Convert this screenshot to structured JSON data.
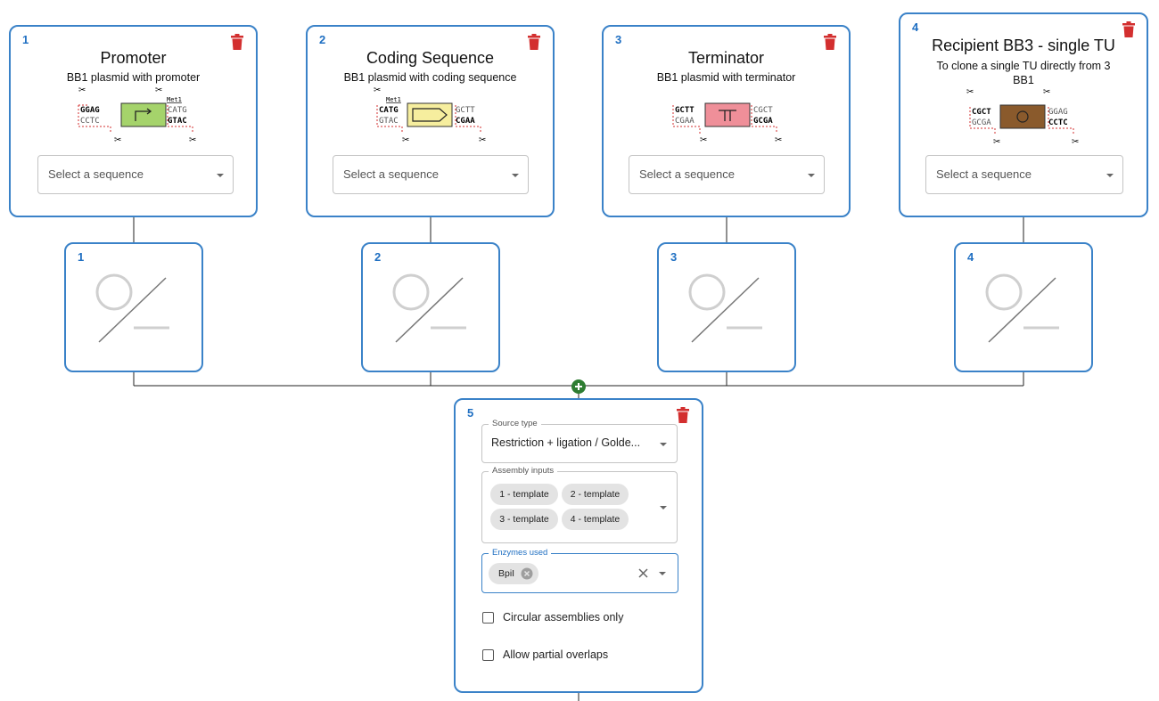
{
  "cards": [
    {
      "number": "1",
      "title": "Promoter",
      "subtitle": "BB1 plasmid with promoter",
      "select_placeholder": "Select a sequence",
      "overhang_top": "GGAG",
      "overhang_bottom": "CCTC",
      "right_top": "CATG",
      "right_bottom": "GTAC",
      "right_label": "Met1",
      "part_color": "#a5d36b"
    },
    {
      "number": "2",
      "title": "Coding Sequence",
      "subtitle": "BB1 plasmid with coding sequence",
      "select_placeholder": "Select a sequence",
      "overhang_top": "CATG",
      "overhang_bottom": "GTAC",
      "right_top": "GCTT",
      "right_bottom": "CGAA",
      "left_label": "Met1",
      "part_color": "#f6ee9e"
    },
    {
      "number": "3",
      "title": "Terminator",
      "subtitle": "BB1 plasmid with terminator",
      "select_placeholder": "Select a sequence",
      "overhang_top": "GCTT",
      "overhang_bottom": "CGAA",
      "right_top": "CGCT",
      "right_bottom": "GCGA",
      "part_color": "#ef8f99"
    },
    {
      "number": "4",
      "title": "Recipient BB3 - single TU",
      "subtitle": "To clone a single TU directly from 3 BB1",
      "select_placeholder": "Select a sequence",
      "overhang_top": "CGCT",
      "overhang_bottom": "GCGA",
      "right_top": "GGAG",
      "right_bottom": "CCTC",
      "part_color": "#8a5a2c"
    }
  ],
  "templates": [
    {
      "number": "1"
    },
    {
      "number": "2"
    },
    {
      "number": "3"
    },
    {
      "number": "4"
    }
  ],
  "assembly": {
    "number": "5",
    "source_type_label": "Source type",
    "source_type_value": "Restriction + ligation / Golde...",
    "inputs_label": "Assembly inputs",
    "inputs": [
      "1 - template",
      "2 - template",
      "3 - template",
      "4 - template"
    ],
    "enzymes_label": "Enzymes used",
    "enzymes": [
      "BpiI"
    ],
    "circular_label": "Circular assemblies only",
    "partial_label": "Allow partial overlaps"
  },
  "colors": {
    "accent": "#3a82c8",
    "delete": "#d32f2f",
    "add": "#2e7d32"
  }
}
